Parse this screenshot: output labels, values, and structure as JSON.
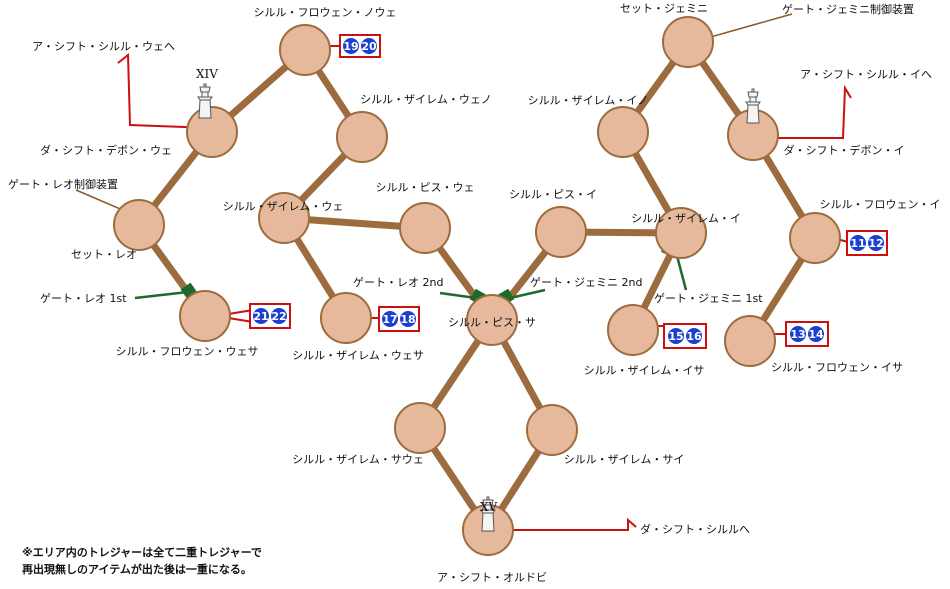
{
  "nodes": {
    "n1": {
      "label": "シルル・フロウェン・ノウェ"
    },
    "n2": {
      "label": "ダ・シフト・デボン・ウェ"
    },
    "n3": {
      "label": "シルル・ザイレム・ウェノ"
    },
    "n4": {
      "label": "セット・レオ"
    },
    "n5": {
      "label": "シルル・ザイレム・ウェ"
    },
    "n6": {
      "label": "シルル・ピス・ウェ"
    },
    "n7": {
      "label": "シルル・フロウェン・ウェサ"
    },
    "n8": {
      "label": "シルル・ザイレム・ウェサ"
    },
    "n9": {
      "label": "シルル・ピス・サ"
    },
    "n10": {
      "label": "シルル・ピス・イ"
    },
    "n11": {
      "label": "シルル・ザイレム・イ"
    },
    "n12": {
      "label": "シルル・ザイレム・イノ"
    },
    "n13": {
      "label": "セット・ジェミニ"
    },
    "n14": {
      "label": "ダ・シフト・デボン・イ"
    },
    "n15": {
      "label": "シルル・フロウェン・イ"
    },
    "n16": {
      "label": "シルル・ザイレム・イサ"
    },
    "n17": {
      "label": "シルル・フロウェン・イサ"
    },
    "n18": {
      "label": "シルル・ザイレム・サウェ"
    },
    "n19": {
      "label": "シルル・ザイレム・サイ"
    },
    "n20": {
      "label": "ア・シフト・オルドビ"
    }
  },
  "towers": {
    "t14": {
      "numeral": "XIV"
    },
    "t15": {
      "numeral": "XV"
    }
  },
  "exits": {
    "west": "ア・シフト・シルル・ウェへ",
    "east": "ア・シフト・シルル・イへ",
    "south": "ダ・シフト・シルルへ"
  },
  "devices": {
    "leo": "ゲート・レオ制御装置",
    "gemini": "ゲート・ジェミニ制御装置"
  },
  "gates": {
    "leo1": "ゲート・レオ 1st",
    "leo2": "ゲート・レオ 2nd",
    "gem1": "ゲート・ジェミニ 1st",
    "gem2": "ゲート・ジェミニ 2nd"
  },
  "treasures": {
    "b1": [
      "19",
      "20"
    ],
    "b2": [
      "21",
      "22"
    ],
    "b3": [
      "17",
      "18"
    ],
    "b4": [
      "15",
      "16"
    ],
    "b5": [
      "11",
      "12"
    ],
    "b6": [
      "13",
      "14"
    ]
  },
  "note": {
    "line1": "※エリア内のトレジャーは全て二重トレジャーで",
    "line2": "再出現無しのアイテムが出た後は一重になる。"
  },
  "colors": {
    "node_fill": "#e6b99c",
    "path": "#9c6b3e",
    "gate": "#1d6b2a",
    "exit_line": "#cc1010",
    "treasure": "#1a3fd1"
  }
}
